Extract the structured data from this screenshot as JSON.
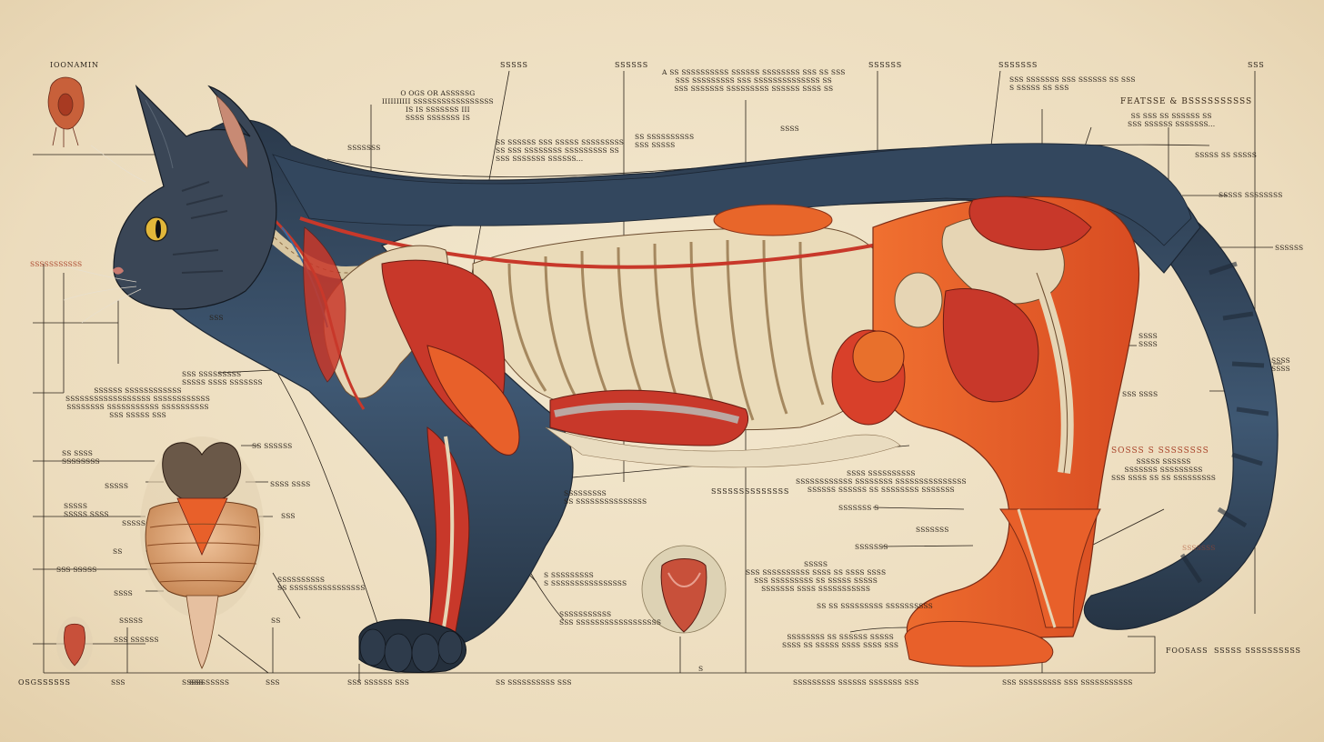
{
  "palette": {
    "paper": "#efe3c9",
    "ink": "#2a221a",
    "fur_dark": "#2b3a4c",
    "fur_mid": "#3e5670",
    "muscle_red": "#c8382a",
    "muscle_orange": "#e8602a",
    "bone": "#e6d5b4",
    "accent_text": "#a9432a"
  },
  "labels": [
    {
      "id": "top-left-inset-caption",
      "text": "IOONAMIN",
      "cap": true
    },
    {
      "id": "head-label",
      "text": "OSGSSSSSS",
      "cap": true
    },
    {
      "id": "top-center-title",
      "text": "O OGS OR ASSSSSG\nIIIIIIIIII SSSSSSSSSSSSSSSSS\nIS IS SSSSSSS III\nSSSS SSSSSSS IS"
    },
    {
      "id": "neck-small-label",
      "text": "SSSSSSS"
    },
    {
      "id": "top-label-2",
      "text": "SSSSS"
    },
    {
      "id": "top-label-3",
      "text": "SSSSSS"
    },
    {
      "id": "top-center-note",
      "text": "A SS SSSSSSSSSS SSSSSS SSSSSSSS SSS SS SSS\nSSS SSSSSSSSS SSS SSSSSSSSSSSSSS SS\nSSS SSSSSSS SSSSSSSSS SSSSSS SSSS SS"
    },
    {
      "id": "top-label-4",
      "text": "SSSSSS"
    },
    {
      "id": "top-label-5",
      "text": "SSSSSSS"
    },
    {
      "id": "top-right-note",
      "text": "SSS SSSSSSS SSS SSSSSS SS SSS\nS SSSSS SS SSS"
    },
    {
      "id": "top-right-corner",
      "text": "SSS"
    },
    {
      "id": "top-right-title",
      "text": "FEATSSE & BSSSSSSSSSS",
      "head": true,
      "accent": true
    },
    {
      "id": "top-right-sub",
      "text": "SS SSS SS SSSSSS SS\nSSS SSSSSS SSSSSSS..."
    },
    {
      "id": "right-label-1",
      "text": "SSSSS SS SSSSS"
    },
    {
      "id": "right-label-2",
      "text": "SSSSS SSSSSSSS"
    },
    {
      "id": "right-label-3",
      "text": "SSSSSS"
    },
    {
      "id": "shoulder-label",
      "text": "SS SSSSSS SSS SSSSS SSSSSSSSS\nSS SSS SSSSSSSS SSSSSSSSS SS\nSSS SSSSSSS SSSSSS..."
    },
    {
      "id": "thorax-label",
      "text": "SS SSSSSSSSSS\nSSS SSSSS"
    },
    {
      "id": "dorsal-label",
      "text": "SSSS"
    },
    {
      "id": "left-accent-label",
      "text": "SSSSSSSSSSS",
      "accent": true
    },
    {
      "id": "jaw-label",
      "text": "SSS"
    },
    {
      "id": "throat-label",
      "text": "SSS SSSSSSSSS\nSSSSS SSSS SSSSSSS"
    },
    {
      "id": "left-block-note",
      "text": "SSSSSS SSSSSSSSSSSS\nSSSSSSSSSSSSSSSSSS SSSSSSSSSSSS\nSSSSSSSS SSSSSSSSSSS SSSSSSSSSS\nSSS SSSSS SSS"
    },
    {
      "id": "hip-label",
      "text": "SSSS\nSSSS"
    },
    {
      "id": "right-mid-label",
      "text": "SSS SSSS"
    },
    {
      "id": "right-caption",
      "text": "SOSSS S SSSSSSSS",
      "head": true,
      "accent": true
    },
    {
      "id": "right-caption-sub",
      "text": "SSSSS SSSSSS\nSSSSSSS SSSSSSSSS\nSSS SSSS SS SS SSSSSSSSS"
    },
    {
      "id": "belly-label",
      "text": "SSSS SSSSSSSSSS\nSSSSSSSSSSSS SSSSSSSS SSSSSSSSSSSSSSS\nSSSSSS SSSSSS SS SSSSSSSS SSSSSSS"
    },
    {
      "id": "mid-caption",
      "text": "SSSSSSSSSSSSSS",
      "cap": true
    },
    {
      "id": "front-leg-label",
      "text": "SSSSSSSSS\nSS SSSSSSSSSSSSSSS"
    },
    {
      "id": "brain-label-1",
      "text": "SS SSSS\nSSSSSSSS"
    },
    {
      "id": "brain-label-2",
      "text": "SS SSSSSS"
    },
    {
      "id": "brain-label-3",
      "text": "SSSSS"
    },
    {
      "id": "brain-label-4",
      "text": "SSSS SSSS"
    },
    {
      "id": "brain-label-5",
      "text": "SSSSS"
    },
    {
      "id": "brain-label-6",
      "text": "SSS"
    },
    {
      "id": "brain-label-7",
      "text": "SS"
    },
    {
      "id": "brain-label-8",
      "text": "SSS SSSSS"
    },
    {
      "id": "brain-label-9",
      "text": "SSSS"
    },
    {
      "id": "left-side-1",
      "text": "SSSSS\nSSSSS SSSS"
    },
    {
      "id": "left-side-2",
      "text": "SSSSS"
    },
    {
      "id": "left-side-3",
      "text": "SS"
    },
    {
      "id": "left-side-4",
      "text": "SSS SSSSSS"
    },
    {
      "id": "foreleg-label-1",
      "text": "S SSSSSSSSS\nS SSSSSSSSSSSSSSSS"
    },
    {
      "id": "foreleg-label-2",
      "text": "SSSSSSSSSS\nSS SSSSSSSSSSSSSSSS"
    },
    {
      "id": "paw-label",
      "text": "SSSSSSSSSSS\nSSS SSSSSSSSSSSSSSSSSS"
    },
    {
      "id": "center-inset-label",
      "text": "SSSSS\nSSS SSSSSSSSSS SSSS SS SSSS SSSS\nSSS SSSSSSSSS SS SSSSS SSSSS\nSSSSSSS SSSS SSSSSSSSSSS"
    },
    {
      "id": "hind-label-1",
      "text": "SSSSSSS S"
    },
    {
      "id": "hind-label-2",
      "text": "SSSSSSS"
    },
    {
      "id": "hind-label-3",
      "text": "SSSSSSS"
    },
    {
      "id": "hind-label-4",
      "text": "SS SS SSSSSSSSS SSSSSSSSSS"
    },
    {
      "id": "hind-label-5",
      "text": "SSSSSSSS SS SSSSSS SSSSS\nSSSS SS SSSSS SSSS SSSS SSS"
    },
    {
      "id": "bottom-left-1",
      "text": "SSSSSSSSSS"
    },
    {
      "id": "bottom-left-2",
      "text": "SSS"
    },
    {
      "id": "bottom-left-3",
      "text": "SSS"
    },
    {
      "id": "bottom-left-4",
      "text": "SSS"
    },
    {
      "id": "bottom-left-5",
      "text": "SSS SSSSSS SSS"
    },
    {
      "id": "bottom-center-1",
      "text": "SS SSSSSSSSSS SSS"
    },
    {
      "id": "bottom-center-2",
      "text": "S"
    },
    {
      "id": "bottom-right-1",
      "text": "SSSSSSSSS SSSSSS SSSSSSS SSS"
    },
    {
      "id": "bottom-right-2",
      "text": "SSS SSSSSSSSS SSS SSSSSSSSSSS"
    },
    {
      "id": "bottom-right-title",
      "text": "FOOSASS  SSSSS SSSSSSSSSS",
      "cap": true
    },
    {
      "id": "tail-faint-label",
      "text": "SSSSSSS",
      "accent": true
    },
    {
      "id": "hip-right-label",
      "text": "SSSS\nSSSS"
    }
  ]
}
